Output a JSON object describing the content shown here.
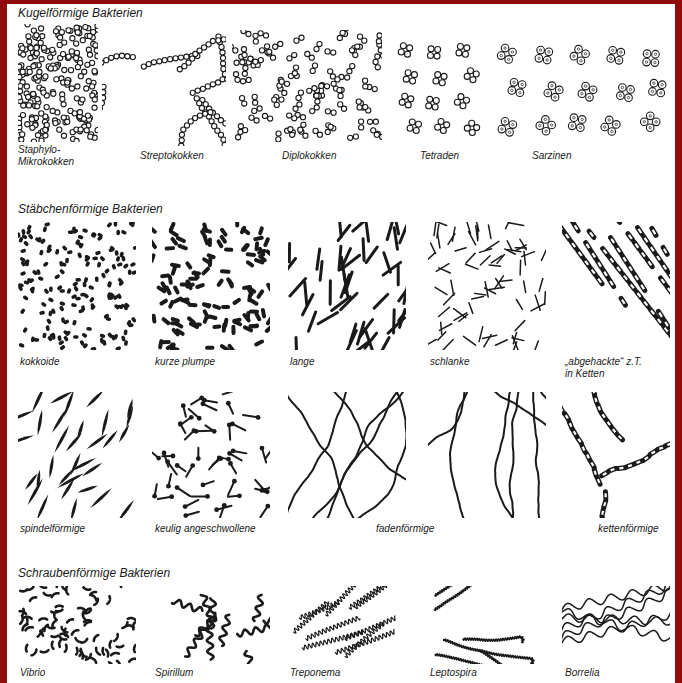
{
  "diagram": {
    "labels": [
      "Kugelförmige Bakterien",
      "Staphylo- Mikrokokken",
      "Streptokokken",
      "Diplokokken",
      "Tetraden",
      "Sarzinen",
      "Stäbchenförmige Bakterien",
      "kokkoide",
      "kurze plumpe",
      "lange",
      "schlanke",
      "„abgehackte“ z.T. in Ketten",
      "spindelförmige",
      "keulig angeschwollene",
      "fadenförmige",
      "kettenförmige",
      "Schraubenförmige Bakterien",
      "Vibrio",
      "Spirillum",
      "Treponema",
      "Leptospira",
      "Borrelia"
    ]
  }
}
